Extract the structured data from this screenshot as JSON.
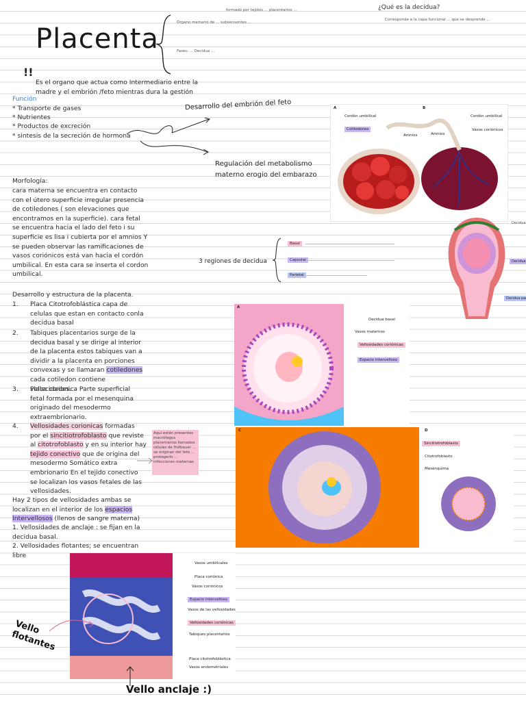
{
  "title": "Placenta",
  "exclaim": "!!",
  "header_notes": {
    "organo": "Órgano mamario de ... subsecuentes ...",
    "fases": "Fases: ... Decidua ...",
    "top_mid": "formado por tejidos ... placentarios ...",
    "right_q": "¿Qué es la decidua?",
    "right_a": "Corresponde a la capa funcional ... que se desprende ..."
  },
  "intro": "Es el organo que actua como Intermediario entre la madre y el embrión /feto mientras dura la gestión",
  "funcion": {
    "heading": "Función",
    "items": [
      "* Transporte de gases",
      "* Nutrientes",
      "* Productos de excreción",
      "* sintesis de la secreción de hormona"
    ]
  },
  "arrows_notes": {
    "desarrollo": "Desarrollo del embrión del feto",
    "regulacion": "Regulación del metabolismo materno erogio del embarazo"
  },
  "morfologia": {
    "heading": "Morfología:",
    "text": "cara materna se encuentra en contacto con el útero superficie irregular presencia de cotiledones ( son elevaciones que encontramos en la superficie). cara fetal se encuentra hacia el lado del feto i su superficie es lisa i cubierta por el amnios Y se pueden observar las ramificaciones de vasos coriónicos está van hacia el cordón umbilical. En esta cara se inserta el cordon umbilical."
  },
  "regiones": {
    "label": "3 regiones de decidua",
    "items": [
      "Basal",
      "Capsular",
      "Parietal"
    ]
  },
  "desarrollo": {
    "heading": "Desarrollo y estructura de la placenta.",
    "item1_num": "1.",
    "item1": "Placa Citotrofoblástica capa de celulas que estan en contacto conla decidua basal",
    "item2_num": "2.",
    "item2_a": "Tabiques placentarios surge de la decidua basal y se dirige al interior de la placenta estos tabiques van a dividir a la placenta en porciones convexas y se llamaran",
    "item2_hl": "cotiledones",
    "item2_b": "cada cotiledon contiene vellecidades.",
    "item3_num": "3.",
    "item3": "Placa corionica Parte superficial fetal formada por el mesenquina originado del mesodermo extraembrionario.",
    "item4_num": "4.",
    "item4_hl1": "Vellosidades corionicas",
    "item4_a": "formadas por el",
    "item4_hl2": "sincitiotrofoblasto",
    "item4_b": "que reviste al",
    "item4_hl3": "citotrofoblasto",
    "item4_c": "y en su interior hay",
    "item4_hl4": "tejido conectivo",
    "item4_d": "que de origina del mesodermo Somático extra embrionario En el tejido conectivo se localizan los vasos fetales de las vellosidades.",
    "tipos_a": "Hay 2 tipos de vellosidades ambas se localizan en el interior de los",
    "tipos_hl": "espacios Intervellosos",
    "tipos_b": "(llenos de sangre materna)",
    "anclaje": "1. Vellosidades de anclaje : se fijan en la decidua basal.",
    "flotantes": "2. Vellosidades flotantes; se encuentran libre"
  },
  "side_note": "Aquí están presentes macrófagos placentarios llamados células de Hofbauer ... se originan del feto ... protegerlo ... infecciones maternas",
  "fig1": {
    "label_a": "A",
    "label_b": "B",
    "cordon1": "Cordón umbilical",
    "cordon2": "Cordón umbilical",
    "cotiledones": "Cotiledones",
    "amnios1": "Amnios",
    "amnios2": "Amnios",
    "vasos": "Vasos coriónicos"
  },
  "fig2": {
    "label_a": "A",
    "decidua_basal": "Decidua basal",
    "vasos_maternos": "Vasos maternos",
    "vell_corionicas": "Vellosidades coriónicas",
    "espacio": "Espacio intervelloso"
  },
  "fig3": {
    "label_c": "C",
    "label_d": "D",
    "sincitio": "Sincitiotrofoblasto",
    "citotro": "Citotrofoblasto",
    "mesenquima": "Mesénquima"
  },
  "fig4": {
    "vasos_umb": "Vasos umbilicales",
    "placa_cor": "Placa coriónica",
    "vasos_cor": "Vasos coriónicos",
    "espacio": "Espacio intervelloso",
    "vasos_vell": "Vasos de las vellosidades",
    "vell_cor": "Vellosidades coriónicas",
    "tabiques": "Tabiques placentarios",
    "placa_cito": "Placa citotrofoblástica",
    "vasos_endo": "Vasos endometriales"
  },
  "uterus_labels": {
    "basal": "Decidua basal",
    "capsular": "Decidua capsular",
    "parietal": "Decidua parietal"
  },
  "callouts": {
    "flotantes": "Vello flotantes",
    "anclaje": "Vello anclaje :)"
  }
}
